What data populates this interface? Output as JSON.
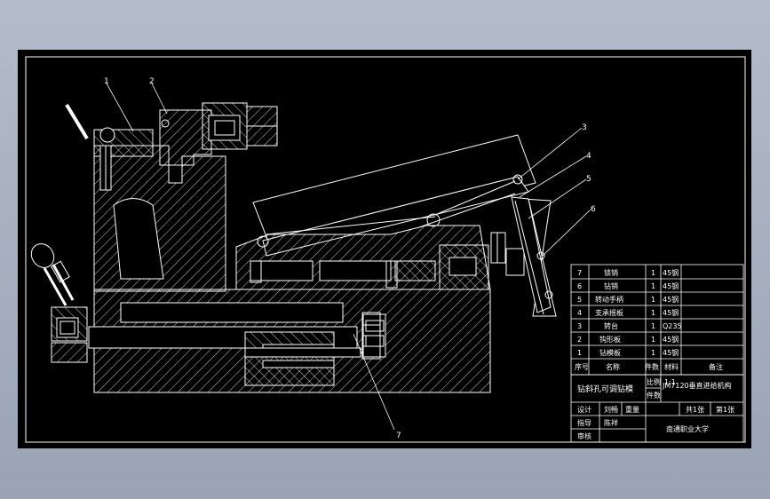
{
  "callouts": [
    "1",
    "2",
    "3",
    "4",
    "5",
    "6",
    "7"
  ],
  "parts_list": {
    "rows": [
      {
        "no": "7",
        "name": "锁销",
        "qty": "1",
        "material": "45钢",
        "note": ""
      },
      {
        "no": "6",
        "name": "钻销",
        "qty": "1",
        "material": "45钢",
        "note": ""
      },
      {
        "no": "5",
        "name": "转动手柄",
        "qty": "1",
        "material": "45钢",
        "note": ""
      },
      {
        "no": "4",
        "name": "支承摇板",
        "qty": "1",
        "material": "45钢",
        "note": ""
      },
      {
        "no": "3",
        "name": "转台",
        "qty": "1",
        "material": "Q235",
        "note": ""
      },
      {
        "no": "2",
        "name": "钩形板",
        "qty": "1",
        "material": "45钢",
        "note": ""
      },
      {
        "no": "1",
        "name": "钻模板",
        "qty": "1",
        "material": "45钢",
        "note": ""
      }
    ],
    "header": {
      "no": "序号",
      "name": "名称",
      "qty": "件数",
      "material": "材料",
      "note": "备注"
    }
  },
  "title_block": {
    "drawing_title": "钻斜孔可调钻模",
    "scale_label": "比例",
    "scale_value": "1:1",
    "count_label": "件数",
    "model_title": "JM7120垂直进给机构",
    "designed_label": "设计",
    "designer": "刘畅",
    "weight_label": "重量",
    "sheets": "共1张",
    "sheet_no": "第1张",
    "drawn_label": "指导",
    "drawn_by": "陈祥",
    "checked_label": "审核",
    "school": "南通职业大学"
  },
  "colors": {
    "background": "#000000",
    "lines": "#ffffff",
    "frame": "#b4bccb"
  }
}
